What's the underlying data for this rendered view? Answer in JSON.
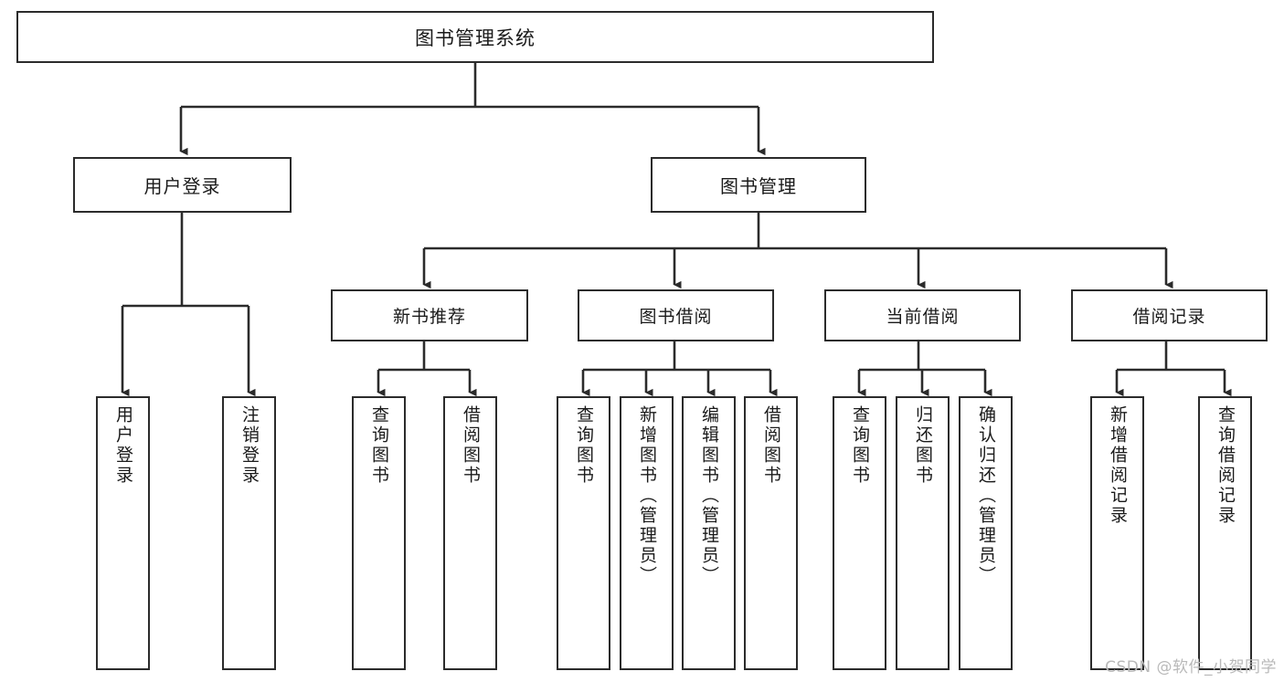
{
  "diagram": {
    "title": "图书管理系统",
    "watermark": "CSDN @软件_小贺同学",
    "colors": {
      "background": "#ffffff",
      "border": "#2b2b2b",
      "connector": "#2b2b2b",
      "text": "#1a1a1a",
      "watermark": "#b9b9b9"
    },
    "root": {
      "label": "图书管理系统"
    },
    "level1": [
      {
        "label": "用户登录"
      },
      {
        "label": "图书管理"
      }
    ],
    "level2": [
      {
        "label": "新书推荐"
      },
      {
        "label": "图书借阅"
      },
      {
        "label": "当前借阅"
      },
      {
        "label": "借阅记录"
      }
    ],
    "leaves": {
      "user_login": [
        {
          "label": "用户登录"
        },
        {
          "label": "注销登录"
        }
      ],
      "new_book_recommend": [
        {
          "label": "查询图书"
        },
        {
          "label": "借阅图书"
        }
      ],
      "book_borrow": [
        {
          "label": "查询图书"
        },
        {
          "label": "新增图书（管理员）"
        },
        {
          "label": "编辑图书（管理员）"
        },
        {
          "label": "借阅图书"
        }
      ],
      "current_borrow": [
        {
          "label": "查询图书"
        },
        {
          "label": "归还图书"
        },
        {
          "label": "确认归还（管理员）"
        }
      ],
      "borrow_record": [
        {
          "label": "新增借阅记录"
        },
        {
          "label": "查询借阅记录"
        }
      ]
    }
  }
}
